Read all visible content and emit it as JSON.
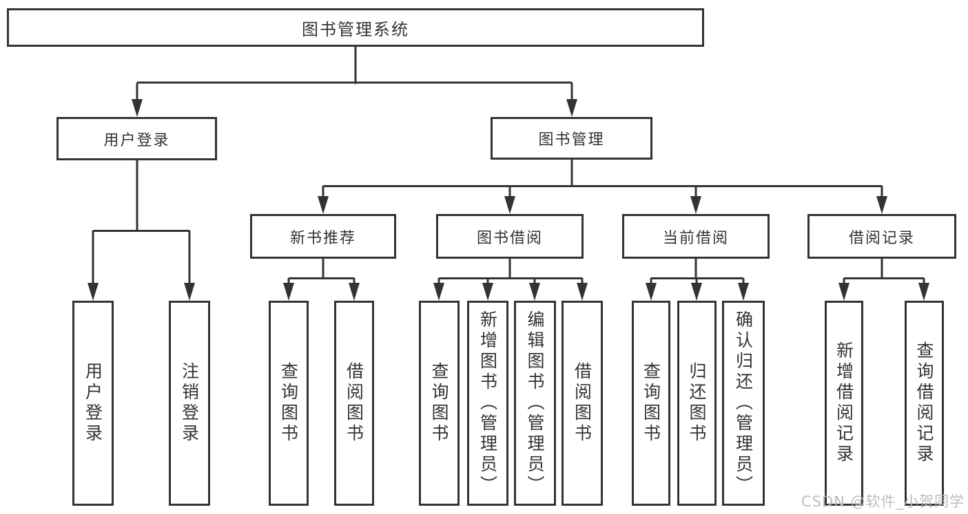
{
  "diagram": {
    "root": {
      "label": "图书管理系统"
    },
    "branches": [
      {
        "label": "用户登录",
        "children": [
          {
            "label": "用户登录"
          },
          {
            "label": "注销登录"
          }
        ]
      },
      {
        "label": "图书管理",
        "children": [
          {
            "label": "新书推荐",
            "children": [
              {
                "label": "查询图书"
              },
              {
                "label": "借阅图书"
              }
            ]
          },
          {
            "label": "图书借阅",
            "children": [
              {
                "label": "查询图书"
              },
              {
                "label": "新增图书（管理员）"
              },
              {
                "label": "编辑图书（管理员）"
              },
              {
                "label": "借阅图书"
              }
            ]
          },
          {
            "label": "当前借阅",
            "children": [
              {
                "label": "查询图书"
              },
              {
                "label": "归还图书"
              },
              {
                "label": "确认归还（管理员）"
              }
            ]
          },
          {
            "label": "借阅记录",
            "children": [
              {
                "label": "新增借阅记录"
              },
              {
                "label": "查询借阅记录"
              }
            ]
          }
        ]
      }
    ]
  },
  "watermark": {
    "text": "CSDN @软件_小贺同学"
  },
  "colors": {
    "line": "#333333",
    "text": "#333333",
    "background": "#ffffff",
    "watermark": "#bcbcbc"
  }
}
